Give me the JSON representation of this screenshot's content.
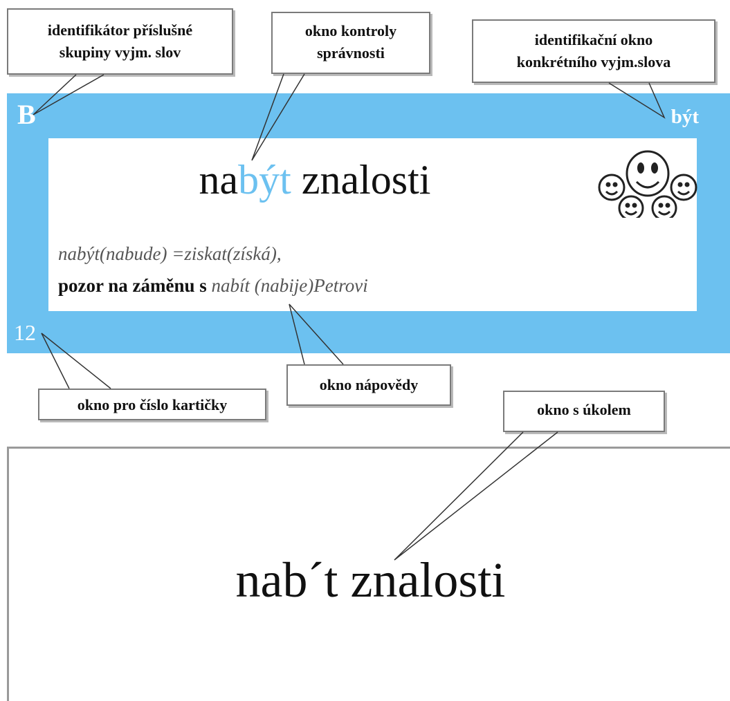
{
  "callouts": {
    "group_identifier": [
      "identifikátor příslušné",
      "skupiny vyjm. slov"
    ],
    "check_window": [
      "okno kontroly",
      "správnosti"
    ],
    "word_identifier": [
      "identifikační okno",
      "konkrétního vyjm.slova"
    ],
    "card_number_window": "okno pro číslo kartičky",
    "hint_window": "okno nápovědy",
    "task_window": "okno s úkolem"
  },
  "card": {
    "group_letter": "B",
    "word": "být",
    "number": "12",
    "phrase_prefix": "na",
    "phrase_highlight": "být",
    "phrase_suffix": " znalosti",
    "hint_line1": "nabýt(nabude) =ziskat(získá),",
    "hint_line2_bold": "pozor na záměnu s ",
    "hint_line2_italic": "nabít (nabije)Petrovi",
    "highlight_color": "#6cc1f0",
    "band_color": "#6cc1f0"
  },
  "task": {
    "text": "nab´t znalosti",
    "smiley_icon": "smiley-group-icon"
  }
}
